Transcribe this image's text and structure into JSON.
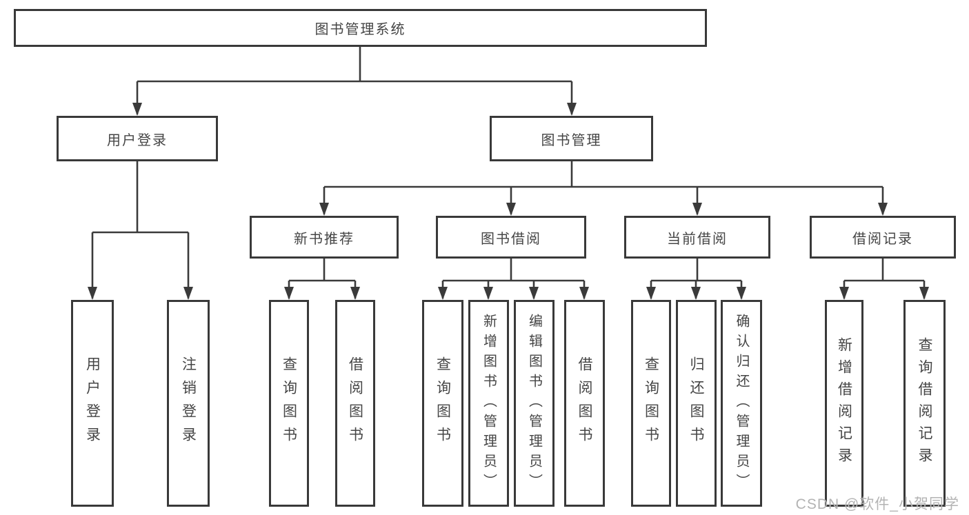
{
  "diagram": {
    "colors": {
      "line": "#3a3a3a",
      "box_border": "#393939",
      "text": "#454545",
      "background": "#ffffff",
      "watermark": "#b3b3b3"
    },
    "root": {
      "label": "图书管理系统"
    },
    "level2": [
      {
        "label": "用户登录"
      },
      {
        "label": "图书管理"
      }
    ],
    "level3": [
      {
        "label": "新书推荐"
      },
      {
        "label": "图书借阅"
      },
      {
        "label": "当前借阅"
      },
      {
        "label": "借阅记录"
      }
    ],
    "leaves": {
      "user_login": [
        "用户登录",
        "注销登录"
      ],
      "new_book": [
        "查询图书",
        "借阅图书"
      ],
      "book_borrow": [
        "查询图书",
        "新增图书（管理员）",
        "编辑图书（管理员）",
        "借阅图书"
      ],
      "current_borrow": [
        "查询图书",
        "归还图书",
        "确认归还（管理员）"
      ],
      "borrow_records": [
        "新增借阅记录",
        "查询借阅记录"
      ]
    },
    "watermark": "CSDN @软件_小贺同学"
  }
}
